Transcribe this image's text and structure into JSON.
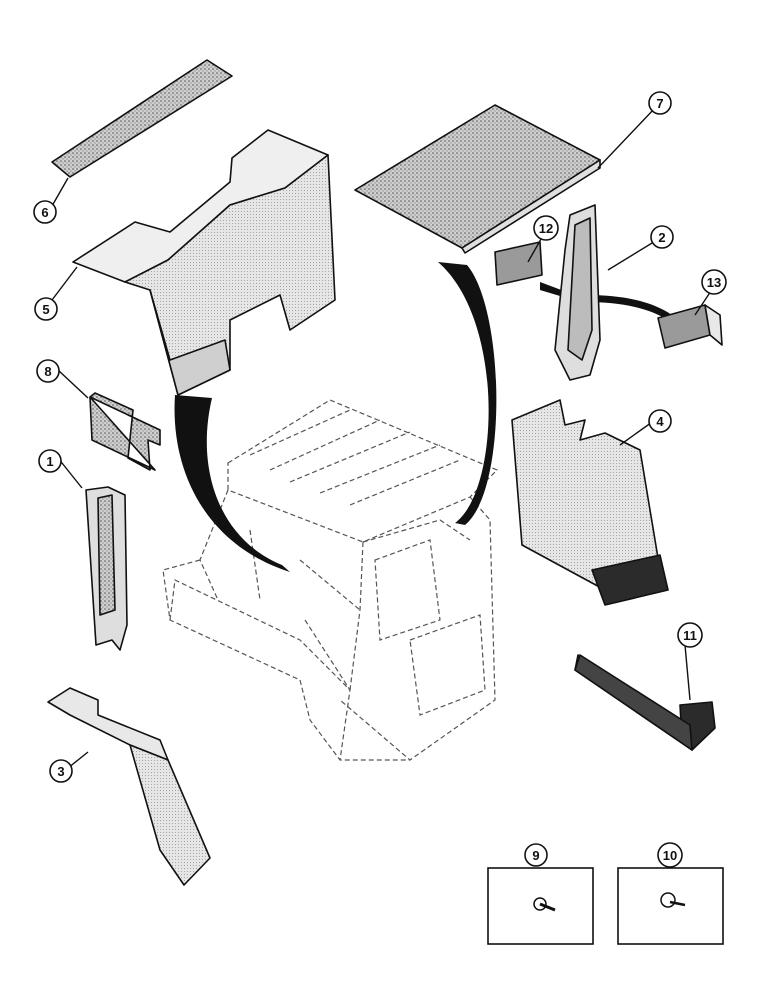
{
  "diagram": {
    "callouts": [
      {
        "id": "callout-1",
        "label": "1"
      },
      {
        "id": "callout-2",
        "label": "2"
      },
      {
        "id": "callout-3",
        "label": "3"
      },
      {
        "id": "callout-4",
        "label": "4"
      },
      {
        "id": "callout-5",
        "label": "5"
      },
      {
        "id": "callout-6",
        "label": "6"
      },
      {
        "id": "callout-7",
        "label": "7"
      },
      {
        "id": "callout-8",
        "label": "8"
      },
      {
        "id": "callout-9",
        "label": "9"
      },
      {
        "id": "callout-10",
        "label": "10"
      },
      {
        "id": "callout-11",
        "label": "11"
      },
      {
        "id": "callout-12",
        "label": "12"
      },
      {
        "id": "callout-13",
        "label": "13"
      }
    ],
    "colors": {
      "ink": "#111111",
      "panel_fill": "#d9d9d9",
      "felt_fill": "#b5b5b5",
      "dark_fill": "#2b2b2b",
      "cab_outline": "#555555"
    }
  }
}
